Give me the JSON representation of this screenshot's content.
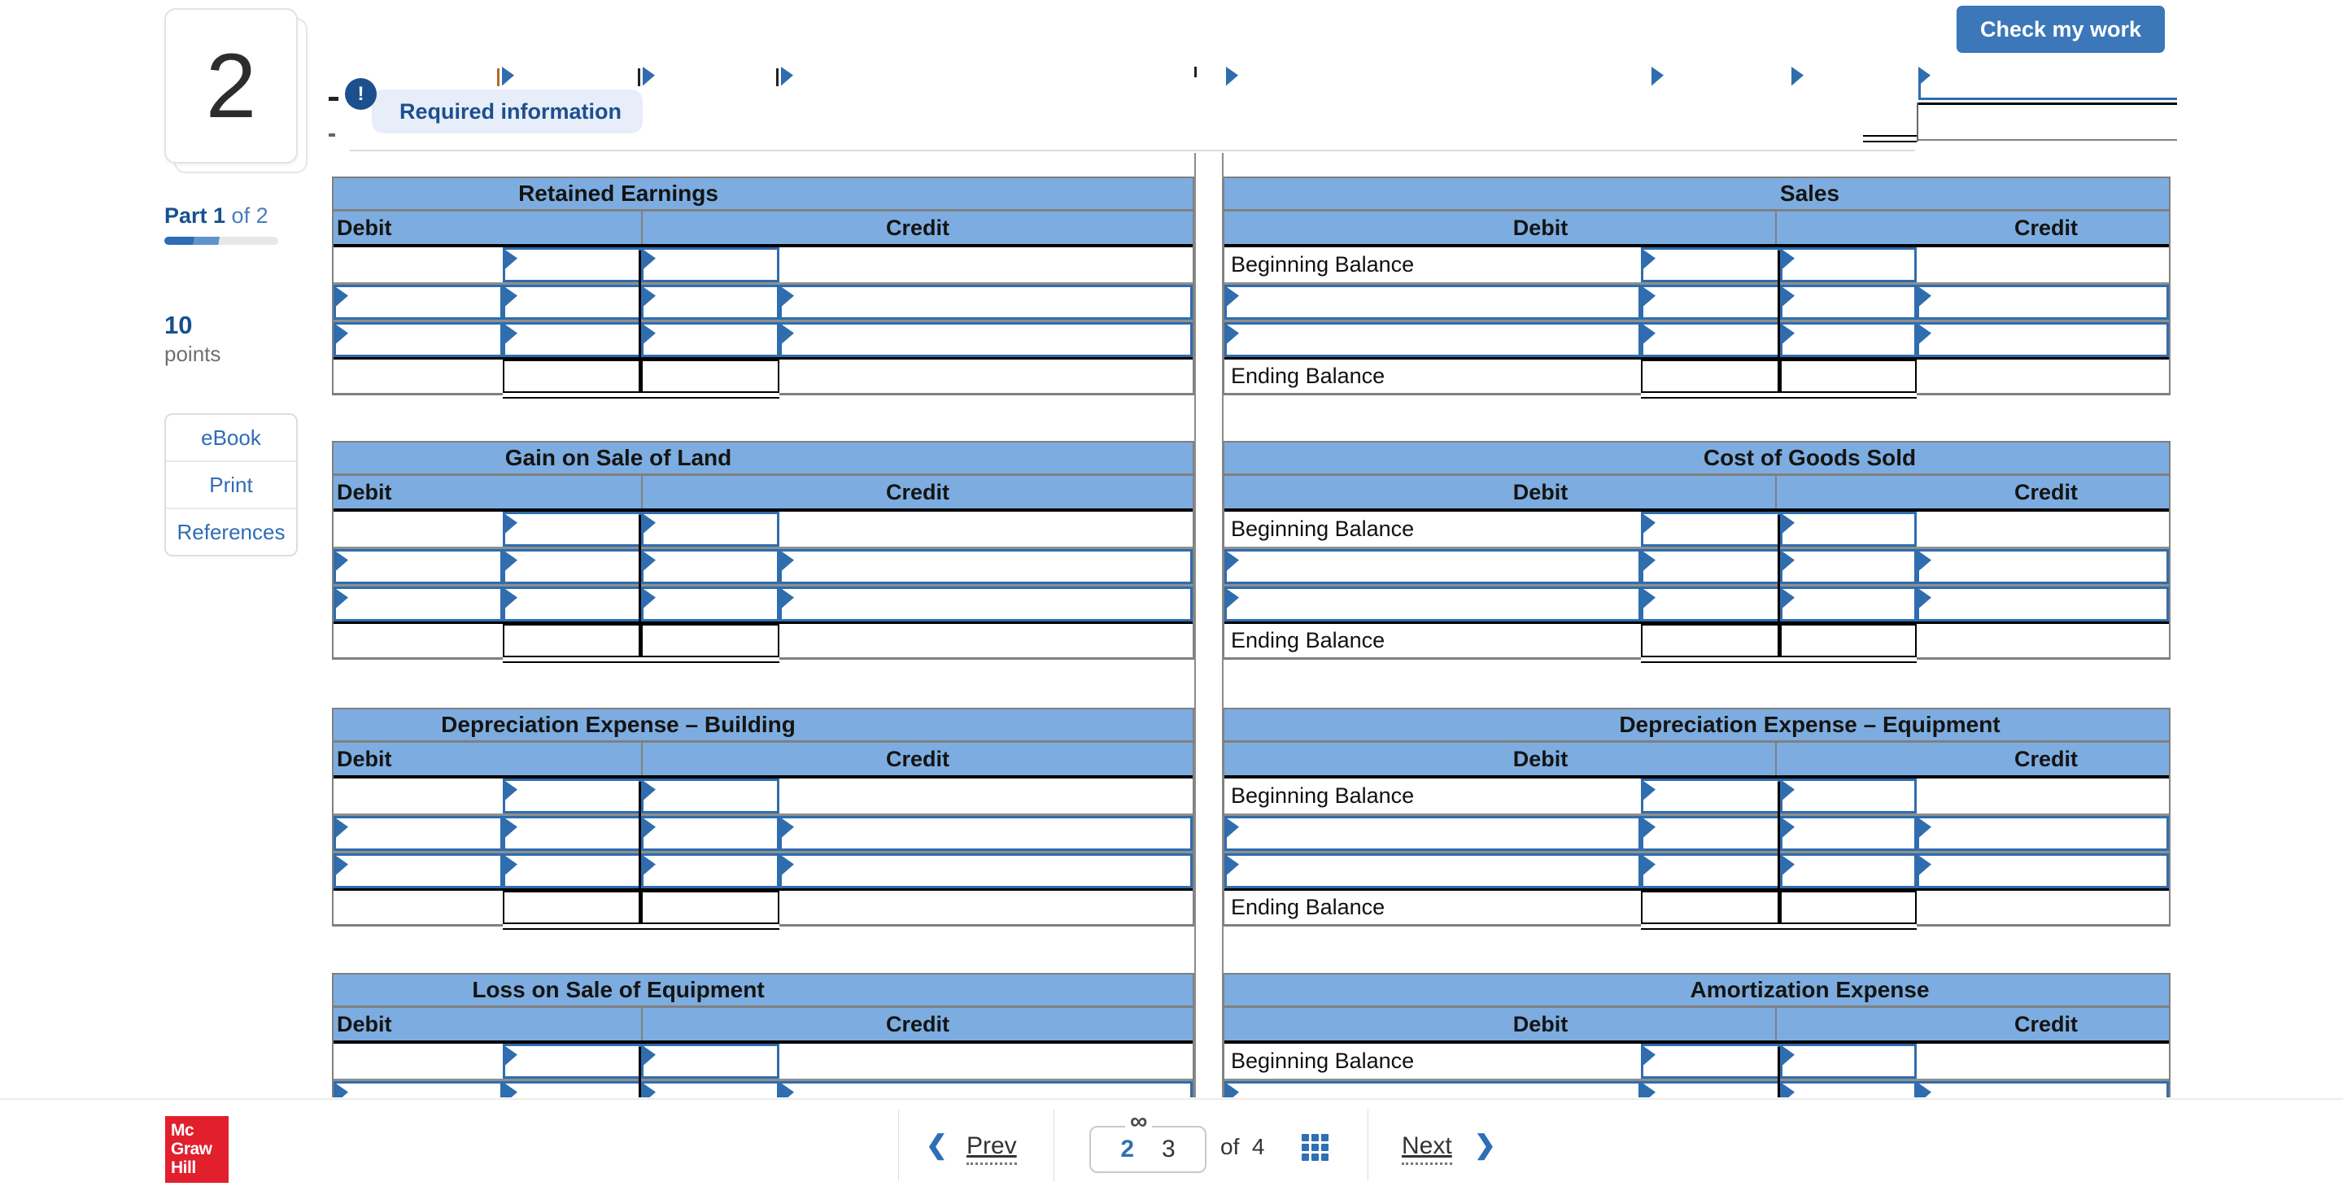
{
  "sidebar": {
    "question_number": "2",
    "part_bold": "Part 1",
    "part_rest": " of 2",
    "progress_percent": 48,
    "points_value": "10",
    "points_label": "points",
    "links": [
      {
        "label": "eBook"
      },
      {
        "label": "Print"
      },
      {
        "label": "References"
      }
    ]
  },
  "topbar": {
    "check_button": "Check my work"
  },
  "required_banner": {
    "icon": "!",
    "label": "Required information"
  },
  "ledger": {
    "debit_label": "Debit",
    "credit_label": "Credit",
    "beginning_balance_label": "Beginning Balance",
    "ending_balance_label": "Ending Balance",
    "left_tables": [
      "Retained Earnings",
      "Gain on Sale of Land",
      "Depreciation Expense – Building",
      "Loss on Sale of Equipment"
    ],
    "right_tables": [
      "Sales",
      "Cost of Goods Sold",
      "Depreciation Expense – Equipment",
      "Amortization Expense"
    ]
  },
  "colors": {
    "header_blue": "#7dade0",
    "cell_border_blue": "#2f6dae",
    "accent_blue": "#2e6fb5",
    "navy": "#1d4f8f",
    "brand_red": "#e21f2d",
    "button_blue": "#3b77b9"
  },
  "pagination": {
    "prev_label": "Prev",
    "next_label": "Next",
    "current_page": "2",
    "next_page": "3",
    "of_label": "of",
    "total_pages": "4",
    "chain_icon": "∞"
  },
  "brand": {
    "logo_lines": [
      "Mc",
      "Graw",
      "Hill"
    ]
  }
}
